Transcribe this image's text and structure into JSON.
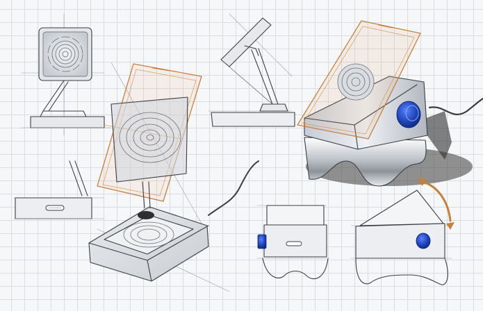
{
  "sheet": {
    "palette": {
      "grid": "#d9dde3",
      "ink": "#3a3d42",
      "accent_orange": "#c4813d",
      "knob_blue": "#1f45b8",
      "shadow": "#3b3b3b"
    }
  },
  "views": [
    {
      "name": "front-view-coil-stand",
      "icon": "wireless-coil-icon"
    },
    {
      "name": "side-view-stand",
      "icon": "stand-profile-icon"
    },
    {
      "name": "rendered-dock-perspective",
      "icon": "dock-render-icon"
    },
    {
      "name": "base-side-view",
      "icon": "usb-port-icon"
    },
    {
      "name": "perspective-phone-on-pad",
      "icon": "phone-pad-icon"
    },
    {
      "name": "front-view-dock",
      "icon": "dock-front-icon"
    },
    {
      "name": "side-view-dock-tilt",
      "icon": "tilt-arrow-icon"
    }
  ]
}
